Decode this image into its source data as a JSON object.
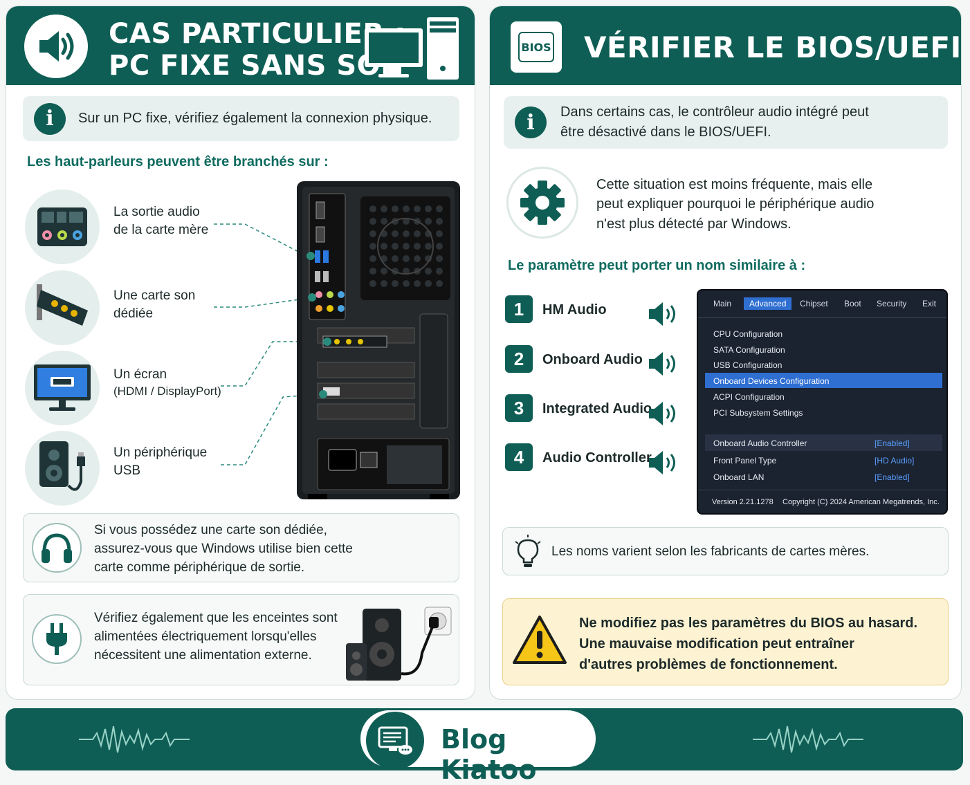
{
  "left": {
    "title_line1": "CAS PARTICULIER :",
    "title_line2": "PC FIXE SANS SON",
    "header_icon": "speaker-icon",
    "info": "Sur un PC fixe, vérifiez également la connexion physique.",
    "subtitle": "Les haut-parleurs peuvent être branchés sur :",
    "connections": [
      {
        "line1": "La sortie audio",
        "line2": "de la carte mère",
        "icon": "motherboard-audio-icon"
      },
      {
        "line1": "Une carte son",
        "line2": "dédiée",
        "icon": "sound-card-icon"
      },
      {
        "line1": "Un écran",
        "line2": "(HDMI / DisplayPort)",
        "icon": "monitor-hdmi-icon"
      },
      {
        "line1": "Un périphérique",
        "line2": "USB",
        "icon": "usb-speaker-icon"
      }
    ],
    "card1": [
      "Si vous possédez une carte son dédiée,",
      "assurez-vous que Windows utilise bien cette",
      "carte comme périphérique de sortie."
    ],
    "card2": [
      "Vérifiez également que les enceintes sont",
      "alimentées électriquement lorsqu'elles",
      "nécessitent une alimentation externe."
    ]
  },
  "right": {
    "bios_badge": "BIOS",
    "title": "VÉRIFIER LE BIOS/UEFI",
    "info_line1": "Dans certains cas, le contrôleur audio intégré peut",
    "info_line2": "être désactivé dans le BIOS/UEFI.",
    "note": [
      "Cette situation est moins fréquente, mais elle",
      "peut expliquer pourquoi le périphérique audio",
      "n'est plus détecté par Windows."
    ],
    "subtitle": "Le paramètre peut porter un nom similaire à :",
    "options": [
      {
        "num": "1",
        "name": "HM Audio"
      },
      {
        "num": "2",
        "name": "Onboard Audio"
      },
      {
        "num": "3",
        "name": "Integrated Audio"
      },
      {
        "num": "4",
        "name": "Audio Controller"
      }
    ],
    "bios_screen": {
      "menu": [
        "Main",
        "Advanced",
        "Chipset",
        "Boot",
        "Security",
        "Exit"
      ],
      "active_menu": "Advanced",
      "items": [
        "CPU Configuration",
        "SATA Configuration",
        "USB Configuration",
        "Onboard Devices Configuration",
        "ACPI Configuration",
        "PCI Subsystem Settings"
      ],
      "settings": [
        {
          "name": "Onboard Audio Controller",
          "value": "[Enabled]"
        },
        {
          "name": "Front Panel Type",
          "value": "[HD Audio]"
        },
        {
          "name": "Onboard LAN",
          "value": "[Enabled]"
        }
      ],
      "version": "Version 2.21.1278",
      "copyright": "Copyright (C) 2024 American Megatrends, Inc."
    },
    "tip": "Les noms varient selon les fabricants de cartes mères.",
    "warning": [
      "Ne modifiez pas les paramètres du BIOS au hasard.",
      "Une mauvaise modification peut entraîner",
      "d'autres problèmes de fonctionnement."
    ]
  },
  "footer": {
    "brand": "Blog Kiatoo"
  },
  "colors": {
    "primary": "#0f5e55",
    "accent": "#0f6b60",
    "warning_bg": "#fdf3d2",
    "bios_highlight": "#2f6fd1"
  }
}
